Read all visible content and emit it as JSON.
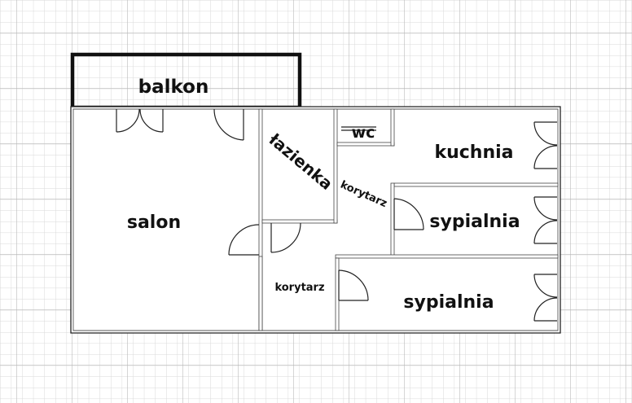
{
  "plan": {
    "rooms": [
      {
        "id": "balcony",
        "label": "balkon"
      },
      {
        "id": "living",
        "label": "salon"
      },
      {
        "id": "bathroom",
        "label": "łazienka"
      },
      {
        "id": "wc",
        "label": "wc"
      },
      {
        "id": "kitchen",
        "label": "kuchnia"
      },
      {
        "id": "hall-upper",
        "label": "korytarz"
      },
      {
        "id": "hall-lower",
        "label": "korytarz"
      },
      {
        "id": "bedroom-1",
        "label": "sypialnia"
      },
      {
        "id": "bedroom-2",
        "label": "sypialnia"
      }
    ],
    "colors": {
      "background": "#ffffff",
      "grid_minor": "#d9d9d9",
      "grid_major": "#b5b5b5",
      "walls": "#222222",
      "text": "#111111"
    },
    "icons": [
      "grid-background",
      "door-icon",
      "double-door-icon",
      "wardrobe-icon"
    ]
  }
}
